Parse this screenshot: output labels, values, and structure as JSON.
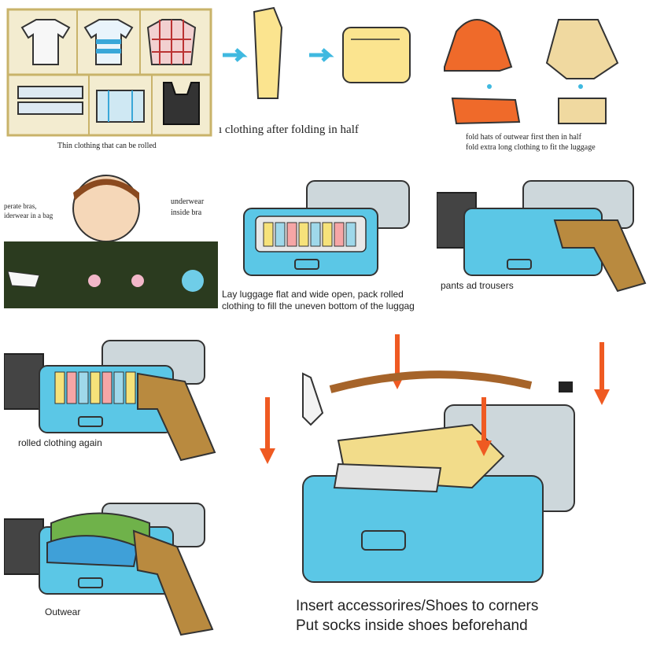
{
  "panels": {
    "rollable": {
      "caption": "Thin clothing that can be rolled"
    },
    "fold_half": {
      "caption": "ı clothing after folding in half"
    },
    "outerwear": {
      "caption_line1": "fold hats of outwear first then in half",
      "caption_line2": "fold extra long clothing to fit the luggage"
    },
    "underwear": {
      "left_line1": "perate bras,",
      "left_line2": "iderwear in a bag",
      "right_line1": "underwear",
      "right_line2": "inside bra"
    },
    "lay_flat": {
      "caption_line1": "Lay luggage flat and wide open, pack rolled",
      "caption_line2": "clothing to fill the uneven bottom of the luggag"
    },
    "pants": {
      "caption": "pants ad trousers"
    },
    "rolled_again": {
      "caption": "rolled clothing again"
    },
    "outwear": {
      "caption": "Outwear"
    },
    "accessories": {
      "caption_line1": "Insert accessorires/Shoes to corners",
      "caption_line2": "Put socks inside shoes beforehand"
    }
  },
  "colors": {
    "suitcase": "#5bc7e6",
    "arrow": "#ef5a22",
    "cyan_arrow": "#3fb9e0",
    "board": "#d8c98a"
  }
}
